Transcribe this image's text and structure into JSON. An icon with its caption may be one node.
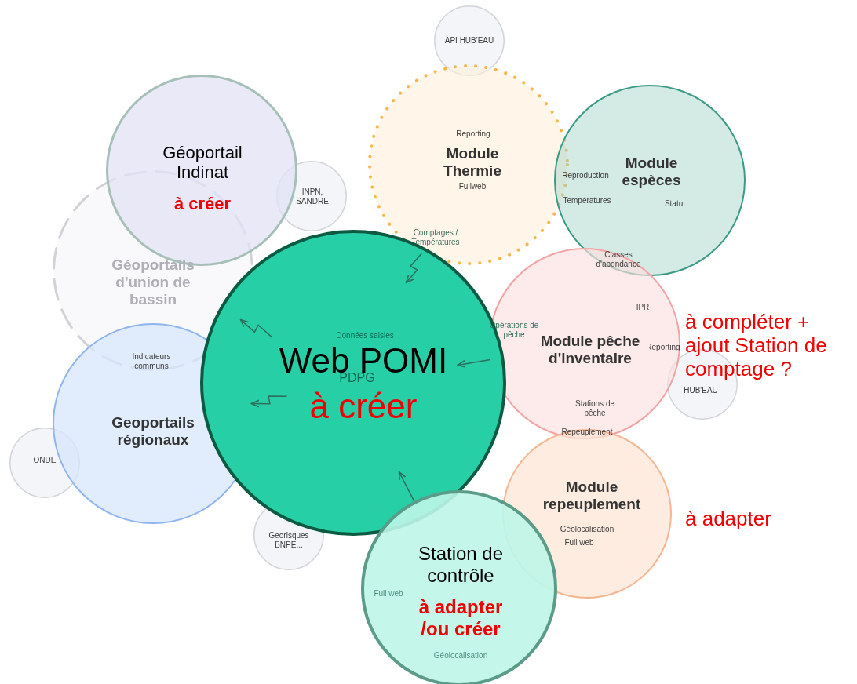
{
  "diagram": {
    "nodes": [
      {
        "text": [
          "API HUB'EAU"
        ]
      },
      {
        "text": [
          "Reporting",
          "Module Thermie",
          "Fullweb"
        ]
      },
      {
        "text": [
          "Module espèces",
          "Reproduction",
          "Températures",
          "Statut"
        ]
      },
      {
        "text": [
          "Géoportail Indinat",
          "à créer"
        ]
      },
      {
        "text": [
          "INPN, SANDRE"
        ]
      },
      {
        "text": [
          "Géoportails d'union de bassin"
        ]
      },
      {
        "text": [
          "Web POMI",
          "à créer"
        ]
      },
      {
        "text": [
          "Module pêche d'inventaire",
          "IPR",
          "Reporting",
          "Stations de pêche"
        ],
        "beside": [
          "à compléter + ajout Station de comptage ?"
        ]
      },
      {
        "text": [
          "HUB'EAU"
        ]
      },
      {
        "text": [
          "Geoportails régionaux"
        ]
      },
      {
        "text": [
          "ONDE"
        ]
      },
      {
        "text": [
          "Georisques BNPE..."
        ]
      },
      {
        "text": [
          "Module repeuplement",
          "Géolocalisation",
          "Full web"
        ],
        "beside": [
          "à adapter"
        ]
      },
      {
        "text": [
          "Station de contrôle",
          "à adapter /ou créer"
        ]
      }
    ],
    "edges": [
      {
        "from": 1,
        "to": 6,
        "arrow": "to"
      },
      {
        "from": 6,
        "to": 5,
        "arrow": "to"
      },
      {
        "from": 6,
        "to": 9,
        "arrow": "to"
      },
      {
        "from": 7,
        "to": 6,
        "arrow": "to"
      },
      {
        "from": 13,
        "to": 6,
        "arrow": "to"
      }
    ],
    "labels": [
      "Comptages / Températures",
      "Classes d'abondance",
      "Indicateurs communs",
      "Données saisies",
      "PDPG",
      "Opérations de pêche",
      "Repeuplement",
      "Full web",
      "Géolocalisation"
    ]
  }
}
